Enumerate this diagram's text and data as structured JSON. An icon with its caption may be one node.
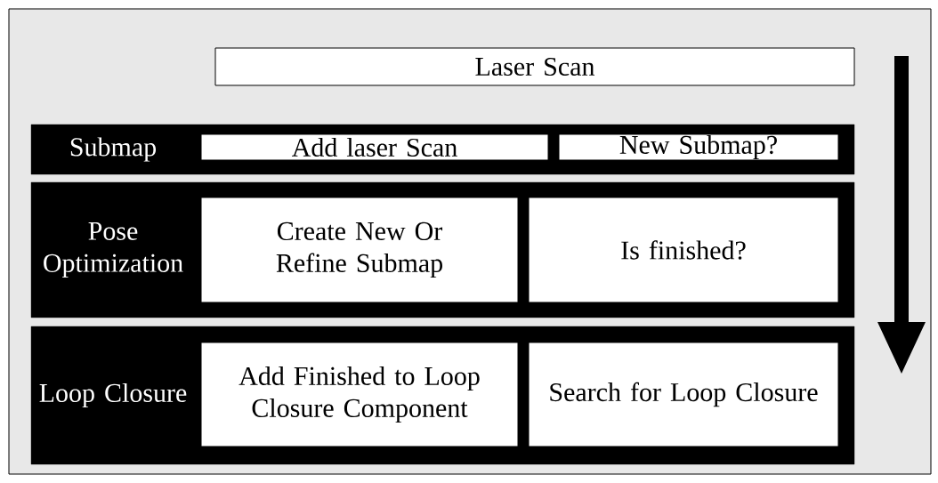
{
  "diagram": {
    "nodes": [
      {
        "text": [
          "Laser Scan"
        ]
      },
      {
        "text": [
          "Submap"
        ]
      },
      {
        "text": [
          "Add laser Scan"
        ],
        "in": 1
      },
      {
        "text": [
          "New Submap?"
        ],
        "in": 1
      },
      {
        "text": [
          "Pose Optimization"
        ]
      },
      {
        "text": [
          "Create New Or Refine Submap"
        ],
        "in": 4
      },
      {
        "text": [
          "Is finished?"
        ],
        "in": 4
      },
      {
        "text": [
          "Loop Closure"
        ]
      },
      {
        "text": [
          "Add Finished to Loop Closure Component"
        ],
        "in": 7
      },
      {
        "text": [
          "Search for Loop Closure"
        ],
        "in": 7
      }
    ]
  }
}
